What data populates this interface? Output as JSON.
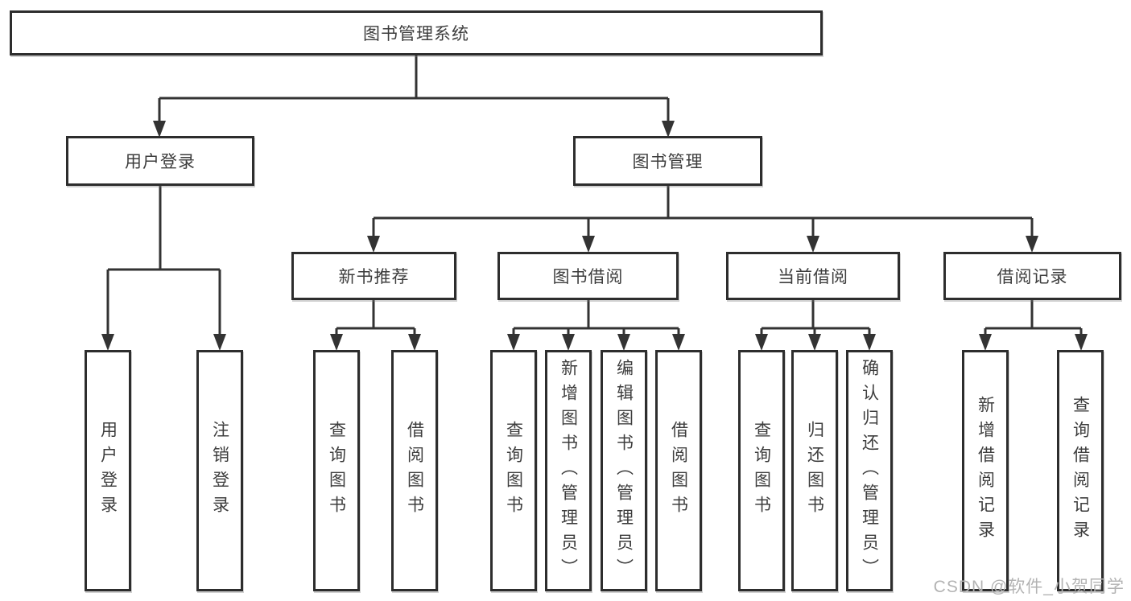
{
  "watermark": "CSDN @软件_小贺同学",
  "colors": {
    "line": "#333333",
    "box_border": "#2d2d2d",
    "text": "#3d3d3d",
    "watermark": "#b3b3b3",
    "background": "#ffffff"
  },
  "tree": {
    "label": "图书管理系统",
    "children": [
      {
        "label": "用户登录",
        "children": [
          {
            "label": "用户登录"
          },
          {
            "label": "注销登录"
          }
        ]
      },
      {
        "label": "图书管理",
        "children": [
          {
            "label": "新书推荐",
            "children": [
              {
                "label": "查询图书"
              },
              {
                "label": "借阅图书"
              }
            ]
          },
          {
            "label": "图书借阅",
            "children": [
              {
                "label": "查询图书"
              },
              {
                "label": "新增图书（管理员）"
              },
              {
                "label": "编辑图书（管理员）"
              },
              {
                "label": "借阅图书"
              }
            ]
          },
          {
            "label": "当前借阅",
            "children": [
              {
                "label": "查询图书"
              },
              {
                "label": "归还图书"
              },
              {
                "label": "确认归还（管理员）"
              }
            ]
          },
          {
            "label": "借阅记录",
            "children": [
              {
                "label": "新增借阅记录"
              },
              {
                "label": "查询借阅记录"
              }
            ]
          }
        ]
      }
    ]
  }
}
